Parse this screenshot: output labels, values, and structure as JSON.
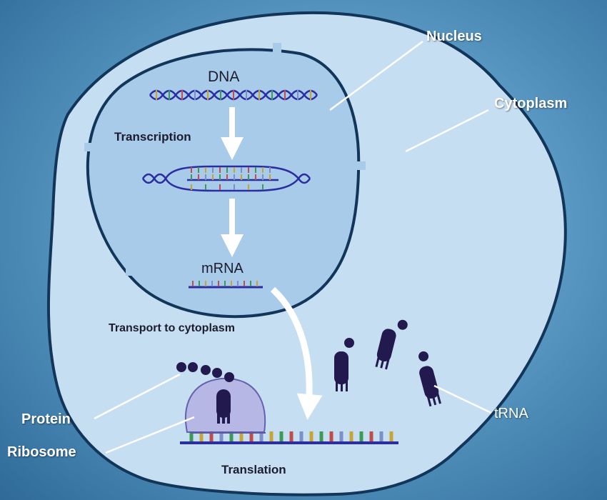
{
  "labels": {
    "dna": "DNA",
    "transcription": "Transcription",
    "mrna": "mRNA",
    "transport": "Transport to cytoplasm",
    "translation": "Translation",
    "nucleus": "Nucleus",
    "cytoplasm": "Cytoplasm",
    "protein": "Protein",
    "ribosome": "Ribosome",
    "trna": "tRNA"
  },
  "colors": {
    "membrane": "#12355a",
    "cytoplasm_fill": "#c6def1",
    "nucleus_fill": "#a9cbea",
    "strand": "#2b2ea0",
    "molecule": "#221a4f",
    "ribosome": "#b6b4e6",
    "arrow": "#ffffff"
  }
}
